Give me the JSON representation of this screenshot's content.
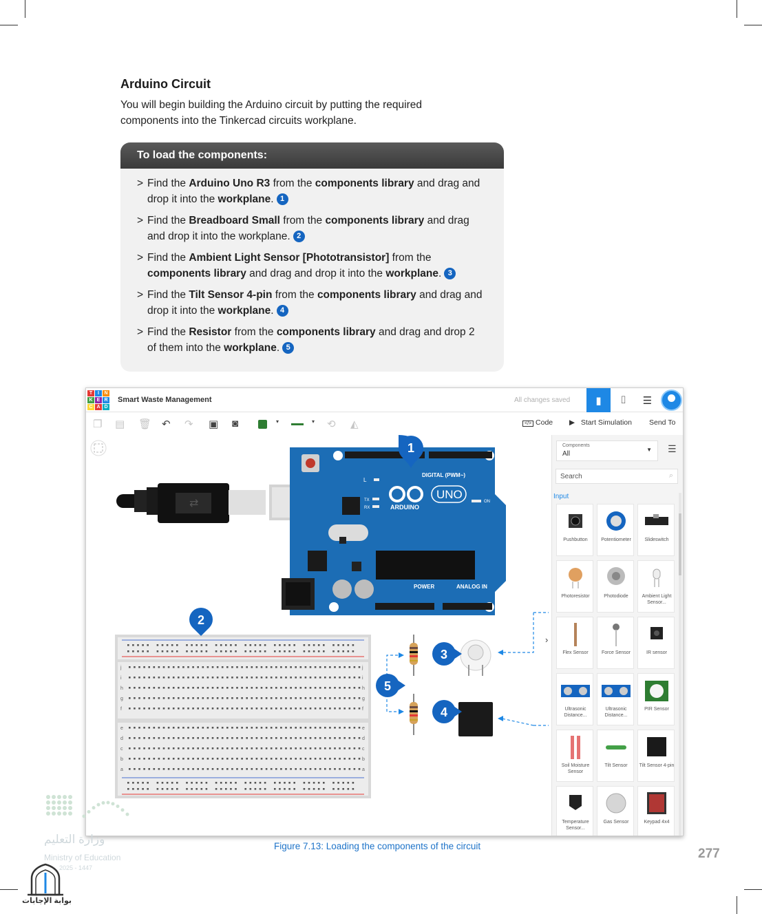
{
  "page": {
    "section_title": "Arduino Circuit",
    "intro": "You will begin building the Arduino circuit by putting the required components into the Tinkercad circuits workplane.",
    "box_title": "To load the components:",
    "steps": [
      [
        {
          "t": "Find the "
        },
        {
          "t": "Arduino Uno R3",
          "b": true
        },
        {
          "t": " from the "
        },
        {
          "t": "components library",
          "b": true
        },
        {
          "t": " and drag and drop it into the "
        },
        {
          "t": "workplane",
          "b": true
        },
        {
          "t": "."
        }
      ],
      [
        {
          "t": "Find the "
        },
        {
          "t": "Breadboard Small",
          "b": true
        },
        {
          "t": " from the "
        },
        {
          "t": "components library",
          "b": true
        },
        {
          "t": " and drag and drop it into the workplane."
        }
      ],
      [
        {
          "t": "Find the "
        },
        {
          "t": "Ambient Light Sensor [Phototransistor]",
          "b": true
        },
        {
          "t": " from the "
        },
        {
          "t": "components library",
          "b": true
        },
        {
          "t": " and drag and drop it into the "
        },
        {
          "t": "workplane",
          "b": true
        },
        {
          "t": "."
        }
      ],
      [
        {
          "t": "Find the "
        },
        {
          "t": "Tilt Sensor 4-pin",
          "b": true
        },
        {
          "t": " from the "
        },
        {
          "t": "components library",
          "b": true
        },
        {
          "t": " and drag and drop it into the "
        },
        {
          "t": "workplane",
          "b": true
        },
        {
          "t": "."
        }
      ],
      [
        {
          "t": "Find the "
        },
        {
          "t": "Resistor",
          "b": true
        },
        {
          "t": " from the "
        },
        {
          "t": "components library",
          "b": true
        },
        {
          "t": " and drag and drop 2 of them into the "
        },
        {
          "t": "workplane",
          "b": true
        },
        {
          "t": "."
        }
      ]
    ],
    "step_numbers": [
      "1",
      "2",
      "3",
      "4",
      "5"
    ],
    "step_arrow": ">",
    "caption": "Figure 7.13: Loading the components of the circuit",
    "page_number": "277"
  },
  "tinkercad": {
    "logo_letters": [
      "T",
      "I",
      "N",
      "K",
      "E",
      "R",
      "C",
      "A",
      "D"
    ],
    "logo_colors": [
      "#e53935",
      "#1e88e5",
      "#fb8c00",
      "#43a047",
      "#8e24aa",
      "#1e88e5",
      "#fdd835",
      "#e53935",
      "#00acc1"
    ],
    "project_title": "Smart Waste Management",
    "save_status": "All changes saved",
    "code_label": "Code",
    "start_simulation_label": "Start Simulation",
    "send_to_label": "Send To",
    "components_label": "Components",
    "components_value": "All",
    "search_placeholder": "Search",
    "category_label": "Input",
    "arduino": {
      "digital_label": "DIGITAL (PWM~)",
      "brand": "ARDUINO",
      "model": "UNO",
      "power_label": "POWER",
      "analog_label": "ANALOG IN",
      "on_label": "ON",
      "l_label": "L",
      "tx_label": "TX",
      "rx_label": "RX"
    },
    "callouts": [
      "1",
      "2",
      "3",
      "4",
      "5"
    ],
    "breadboard_rows_top": [
      "j",
      "i",
      "h",
      "g",
      "f"
    ],
    "breadboard_rows_bottom": [
      "e",
      "d",
      "c",
      "b",
      "a"
    ],
    "components": [
      {
        "name": "Pushbutton",
        "icon": "pushbutton-icon"
      },
      {
        "name": "Potentiometer",
        "icon": "potentiometer-icon"
      },
      {
        "name": "Slideswitch",
        "icon": "slideswitch-icon"
      },
      {
        "name": "Photoresistor",
        "icon": "photoresistor-icon"
      },
      {
        "name": "Photodiode",
        "icon": "photodiode-icon"
      },
      {
        "name": "Ambient Light Sensor...",
        "icon": "ambient-light-sensor-icon"
      },
      {
        "name": "Flex Sensor",
        "icon": "flex-sensor-icon"
      },
      {
        "name": "Force Sensor",
        "icon": "force-sensor-icon"
      },
      {
        "name": "IR sensor",
        "icon": "ir-sensor-icon"
      },
      {
        "name": "Ultrasonic Distance...",
        "icon": "ultrasonic-sensor-icon"
      },
      {
        "name": "Ultrasonic Distance...",
        "icon": "ultrasonic-sensor-icon"
      },
      {
        "name": "PIR Sensor",
        "icon": "pir-sensor-icon"
      },
      {
        "name": "Soil Moisture Sensor",
        "icon": "soil-moisture-sensor-icon"
      },
      {
        "name": "Tilt Sensor",
        "icon": "tilt-sensor-icon"
      },
      {
        "name": "Tilt Sensor 4-pin",
        "icon": "tilt-sensor-4pin-icon"
      },
      {
        "name": "Temperature Sensor...",
        "icon": "temperature-sensor-icon"
      },
      {
        "name": "Gas Sensor",
        "icon": "gas-sensor-icon"
      },
      {
        "name": "Keypad 4x4",
        "icon": "keypad-icon"
      }
    ],
    "colors": {
      "accent": "#1e88e5",
      "board": "#1c6db5",
      "callout": "#1565c0",
      "wire_green": "#2e7d32"
    }
  },
  "footer": {
    "ministry_ar": "وزارة التعليم",
    "ministry_en": "Ministry of Education",
    "ministry_year": "2025 - 1447",
    "portal_text": "بوابة الإجابات"
  }
}
